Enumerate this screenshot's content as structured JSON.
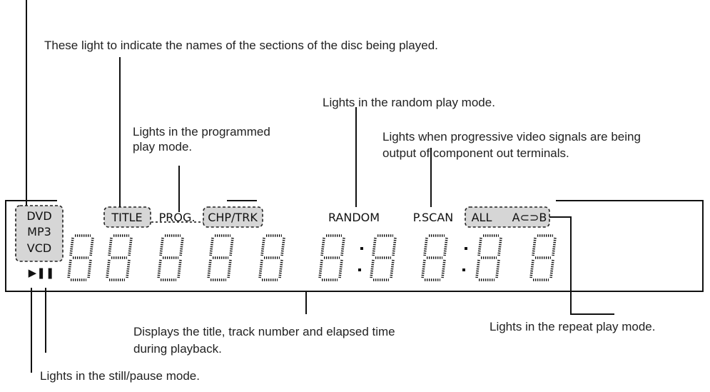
{
  "captions": {
    "sections": "These light to indicate the names of the sections of the disc being played.",
    "random": "Lights in the random play mode.",
    "programmed_1": "Lights in the programmed",
    "programmed_2": "play mode.",
    "progressive_1": "Lights when progressive video signals are being",
    "progressive_2": "output of component out terminals.",
    "repeat": "Lights in the repeat play mode.",
    "display_1": "Displays the title, track number and elapsed time",
    "display_2": "during playback.",
    "still": "Lights in the still/pause mode."
  },
  "indicators": {
    "dvd": "DVD",
    "mp3": "MP3",
    "vcd": "VCD",
    "title": "TITLE",
    "prog": "PROG.",
    "chp_trk": "CHP/TRK",
    "random": "RANDOM",
    "pscan": "P.SCAN",
    "all": "ALL",
    "ab": "A⊂⊃B",
    "play_pause": "▶❚❚"
  },
  "display": {
    "digit_count": 10,
    "colon_after_positions": [
      6,
      8
    ]
  }
}
